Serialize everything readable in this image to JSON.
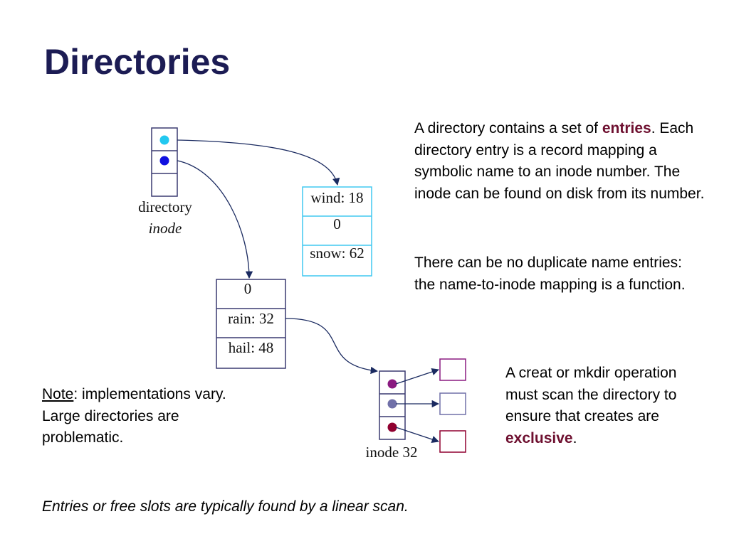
{
  "title": "Directories",
  "diagram": {
    "directory_label": "directory",
    "directory_label_italic": "inode",
    "table_a": [
      "wind: 18",
      "0",
      "snow: 62"
    ],
    "table_b": [
      "0",
      "rain: 32",
      "hail: 48"
    ],
    "inode32_label": "inode 32",
    "colors": {
      "cyan_dot": "#22c8f0",
      "blue_dot": "#1010e0",
      "purple_dot": "#8a1a80",
      "slate_dot": "#7070a8",
      "maroon_dot": "#900030",
      "dir_box": "#3a3a70",
      "table_a_border": "#40c8f0",
      "table_b_border": "#3a3a70",
      "arrow": "#1a2a60"
    }
  },
  "para1": {
    "part1": "A directory contains a set of ",
    "emph": "entries",
    "part2": ".  Each directory entry is a record mapping a symbolic name to an inode number.  The inode can be found on disk from its number."
  },
  "para2": "There can be no duplicate name entries: the name-to-inode mapping is a function.",
  "para3": {
    "part1": "A creat or mkdir operation must scan the directory to ensure that creates are ",
    "emph": "exclusive",
    "part2": "."
  },
  "note": {
    "label": "Note",
    "text": ": implementations vary.  Large directories are problematic."
  },
  "footer": "Entries or free slots are typically found by a linear scan."
}
